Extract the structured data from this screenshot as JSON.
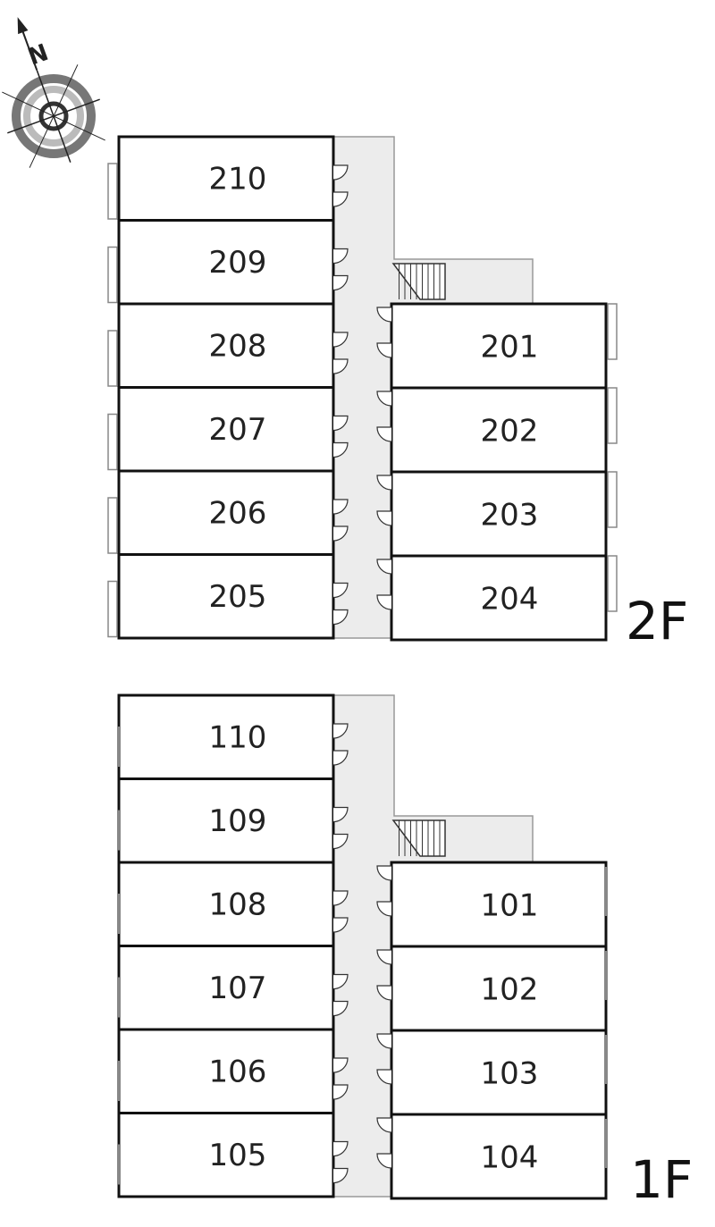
{
  "compass": {
    "letter": "N",
    "icon": "compass-rose-icon"
  },
  "floors": [
    {
      "label": "2F",
      "left_rooms": [
        "210",
        "209",
        "208",
        "207",
        "206",
        "205"
      ],
      "right_rooms": [
        "201",
        "202",
        "203",
        "204"
      ]
    },
    {
      "label": "1F",
      "left_rooms": [
        "110",
        "109",
        "108",
        "107",
        "106",
        "105"
      ],
      "right_rooms": [
        "101",
        "102",
        "103",
        "104"
      ]
    }
  ],
  "colors": {
    "wall": "#111111",
    "corridor": "#ececec",
    "corridor_edge": "#999999",
    "window": "#888888"
  }
}
